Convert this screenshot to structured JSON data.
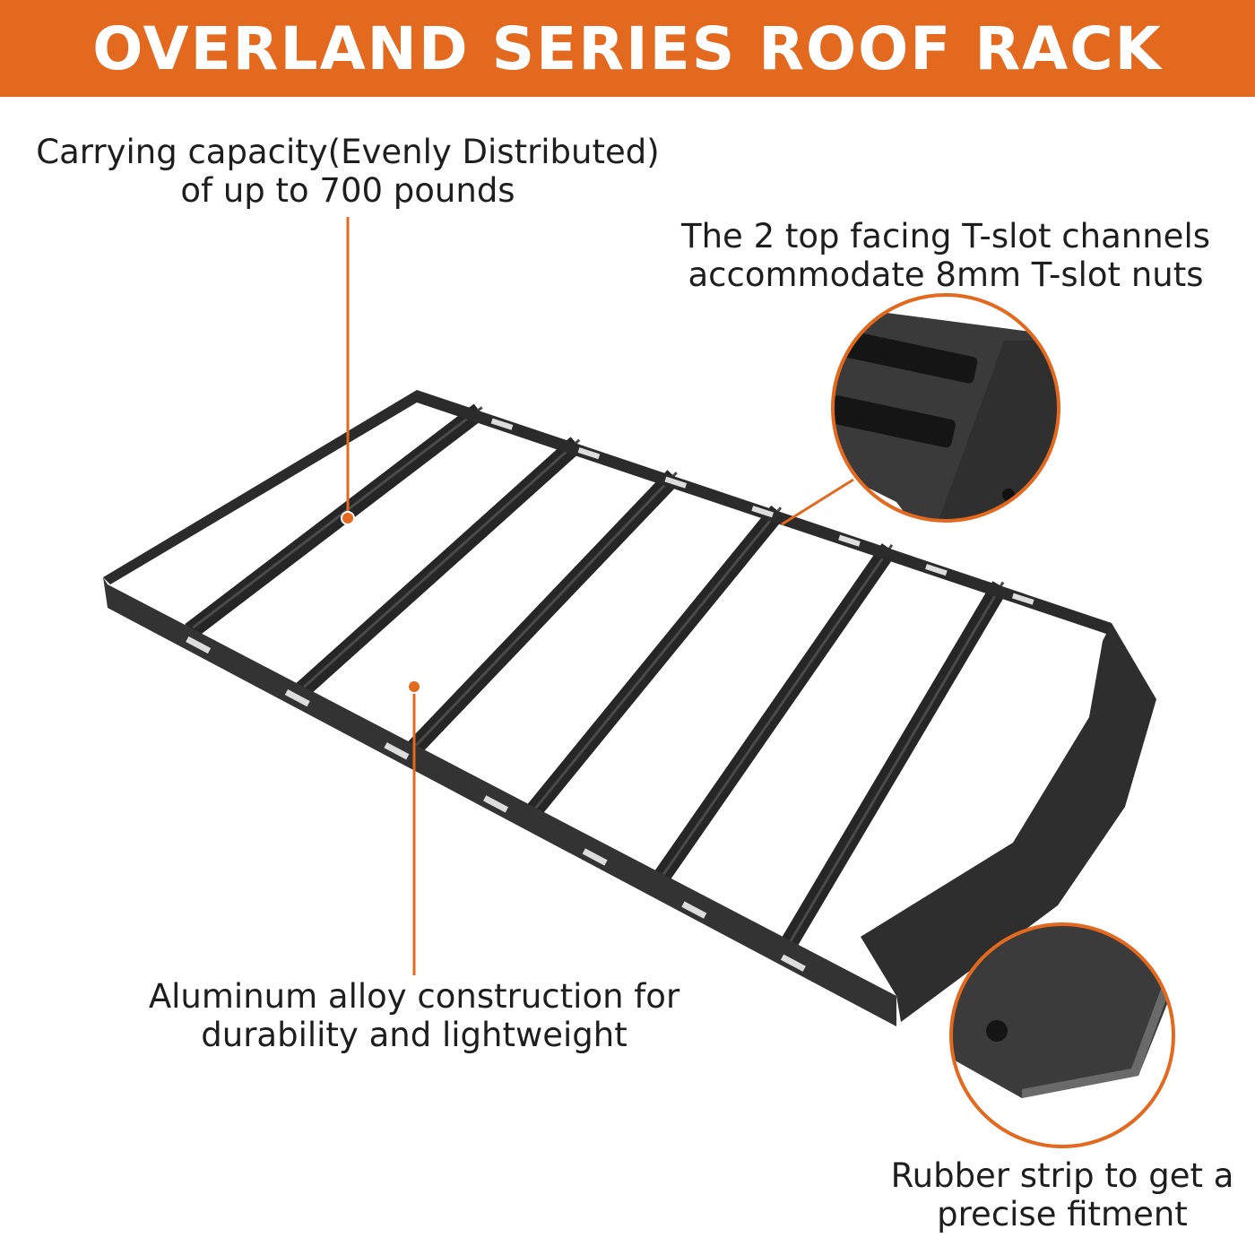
{
  "header": {
    "title": "OVERLAND SERIES ROOF RACK"
  },
  "callouts": {
    "capacity": {
      "line1": "Carrying capacity(Evenly Distributed)",
      "line2": "of up to 700 pounds"
    },
    "tslot": {
      "line1": "The 2 top facing T-slot channels",
      "line2": "accommodate 8mm T-slot nuts"
    },
    "aluminum": {
      "line1": "Aluminum alloy construction for",
      "line2": "durability and lightweight"
    },
    "rubber": {
      "line1": "Rubber strip to get a",
      "line2": "precise fitment"
    }
  },
  "colors": {
    "accent": "#E2691E",
    "rack": "#2b2b2b",
    "text": "#1e1e1e"
  }
}
